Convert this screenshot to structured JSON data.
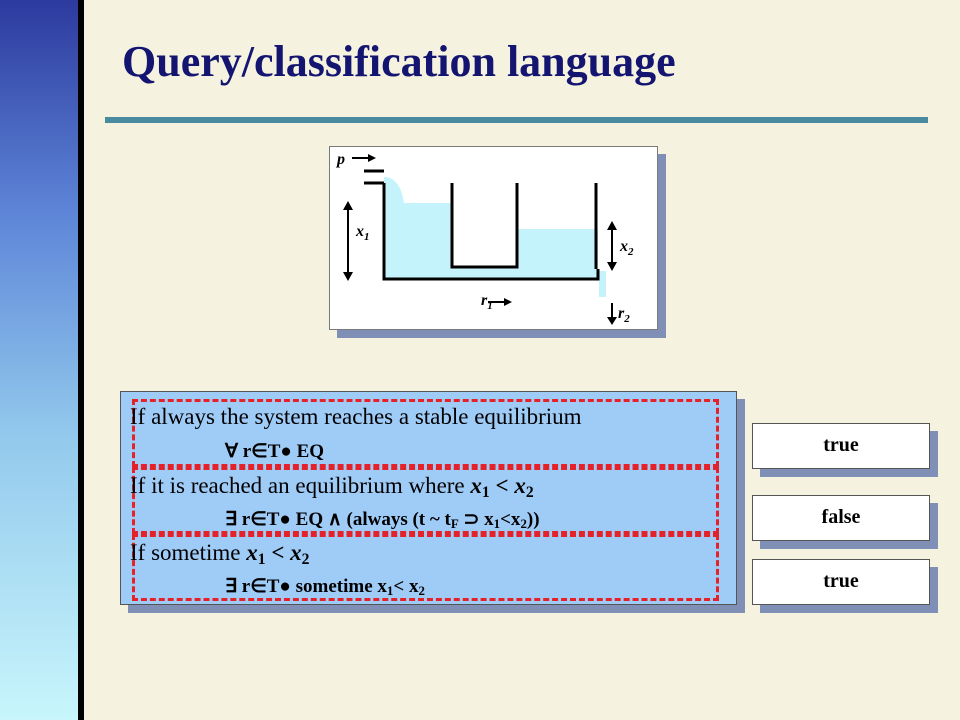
{
  "slide": {
    "title": "Query/classification language"
  },
  "diagram": {
    "labels": {
      "p": "p",
      "x1_base": "x",
      "x1_sub": "1",
      "x2_base": "x",
      "x2_sub": "2",
      "r1_base": "r",
      "r1_sub": "1",
      "r2_base": "r",
      "r2_sub": "2"
    },
    "water_color": "#c5f3fb"
  },
  "conditions": {
    "line1": "If always the system reaches a stable equilibrium",
    "formula1": {
      "forall": "∀",
      "text": " r∈T● EQ"
    },
    "line2": {
      "prefix": "If it is reached an equilibrium where ",
      "x1": "x",
      "x1_sub": "1",
      "op": " < ",
      "x2": "x",
      "x2_sub": "2"
    },
    "formula2": {
      "exists": "∃",
      "text": " r∈T● EQ ∧ (always (t ~ t",
      "t_sub": "F",
      "mid": " ⊃ x",
      "x1_sub": "1",
      "lt": "<x",
      "x2_sub": "2",
      "end": "))"
    },
    "line3": {
      "prefix": "If sometime ",
      "x1": "x",
      "x1_sub": "1",
      "op": " < ",
      "x2": "x",
      "x2_sub": "2"
    },
    "formula3": {
      "exists": "∃",
      "text": " r∈T●  sometime x",
      "x1_sub": "1",
      "lt": "< x",
      "x2_sub": "2"
    }
  },
  "answers": [
    "true",
    "false",
    "true"
  ],
  "colors": {
    "title": "#131570",
    "rule": "#4a8a9e",
    "condition_box": "#9fcbf7",
    "dash": "#e5222a"
  }
}
